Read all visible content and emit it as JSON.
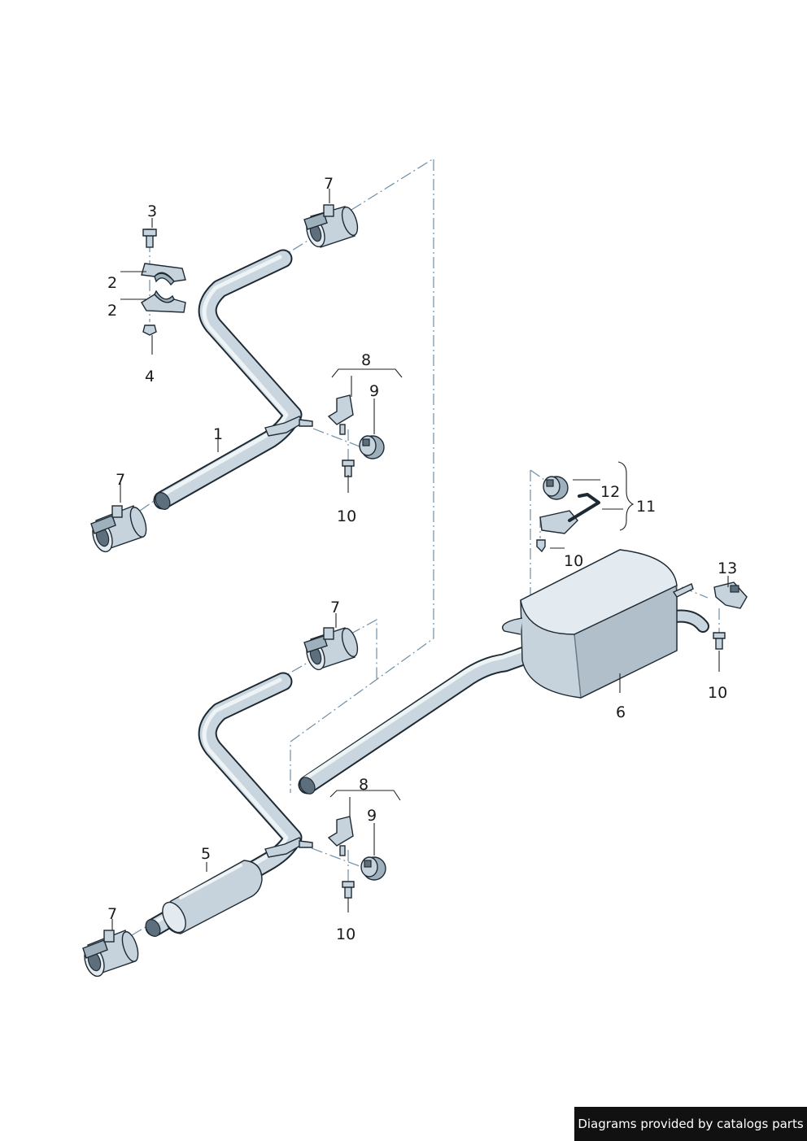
{
  "labels": {
    "l1": "1",
    "l2a": "2",
    "l2b": "2",
    "l3": "3",
    "l4": "4",
    "l5": "5",
    "l6": "6",
    "l7a": "7",
    "l7b": "7",
    "l7c": "7",
    "l7d": "7",
    "l8a": "8",
    "l8b": "8",
    "l9a": "9",
    "l9b": "9",
    "l10a": "10",
    "l10b": "10",
    "l10c": "10",
    "l10d": "10",
    "l11": "11",
    "l12": "12",
    "l13": "13"
  },
  "watermark": "Diagrams provided by catalogs parts"
}
